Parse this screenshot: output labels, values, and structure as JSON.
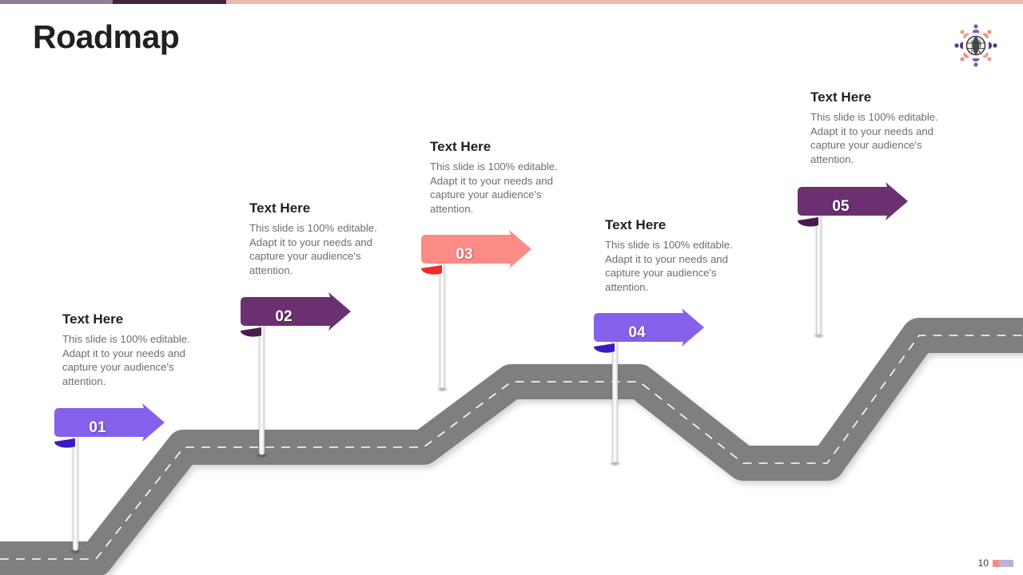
{
  "slide": {
    "title": "Roadmap",
    "page_number": "10",
    "background": "#ffffff"
  },
  "topbar": {
    "segments": [
      {
        "name": "segment-lavender",
        "color": "#8a7f96"
      },
      {
        "name": "segment-dark-purple",
        "color": "#40273f"
      },
      {
        "name": "segment-peach",
        "color": "#eab9ab"
      }
    ]
  },
  "logo": {
    "name": "globe-people-logo",
    "globe_color": "#3b3b3b",
    "person_colors": [
      "#7b5ea7",
      "#f08c84",
      "#5b3a7e",
      "#ef9b90"
    ]
  },
  "road": {
    "color": "#7f7f7f",
    "dash_color": "#ffffff"
  },
  "body_text": "This slide is 100% editable. Adapt it to your needs and capture your audience's attention.",
  "milestones": [
    {
      "number": "01",
      "heading": "Text Here",
      "body": "This slide is 100% editable. Adapt it to your needs and capture your audience's attention.",
      "flag_color": "#8460eb",
      "tail_color": "#3a19c4"
    },
    {
      "number": "02",
      "heading": "Text Here",
      "body": "This slide is 100% editable. Adapt it to your needs and capture your audience's attention.",
      "flag_color": "#6b3070",
      "tail_color": "#4a1b4e"
    },
    {
      "number": "03",
      "heading": "Text Here",
      "body": "This slide is 100% editable. Adapt it to your needs and capture your audience's attention.",
      "flag_color": "#fc8a85",
      "tail_color": "#ee2b28"
    },
    {
      "number": "04",
      "heading": "Text Here",
      "body": "This slide is 100% editable. Adapt it to your needs and capture your audience's attention.",
      "flag_color": "#8460eb",
      "tail_color": "#3a19c4"
    },
    {
      "number": "05",
      "heading": "Text Here",
      "body": "This slide is 100% editable. Adapt it to your needs and capture your audience's attention.",
      "flag_color": "#6b3070",
      "tail_color": "#4a1b4e"
    }
  ]
}
